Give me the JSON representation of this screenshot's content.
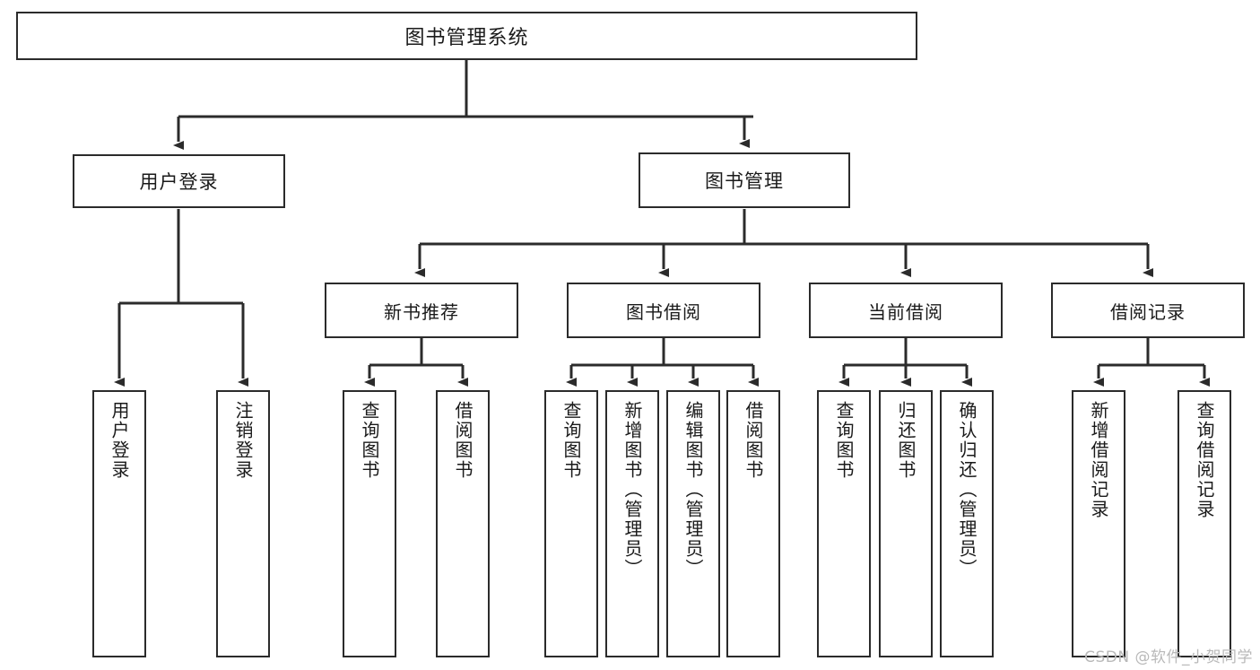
{
  "diagram": {
    "title": "图书管理系统",
    "root": {
      "label": "图书管理系统"
    },
    "level2": [
      {
        "label": "用户登录"
      },
      {
        "label": "图书管理"
      }
    ],
    "level3": [
      {
        "label": "新书推荐"
      },
      {
        "label": "图书借阅"
      },
      {
        "label": "当前借阅"
      },
      {
        "label": "借阅记录"
      }
    ],
    "leaves": [
      {
        "label": "用户登录"
      },
      {
        "label": "注销登录"
      },
      {
        "label": "查询图书"
      },
      {
        "label": "借阅图书"
      },
      {
        "label": "查询图书"
      },
      {
        "label": "新增图书（管理员）"
      },
      {
        "label": "编辑图书（管理员）"
      },
      {
        "label": "借阅图书"
      },
      {
        "label": "查询图书"
      },
      {
        "label": "归还图书"
      },
      {
        "label": "确认归还（管理员）"
      },
      {
        "label": "新增借阅记录"
      },
      {
        "label": "查询借阅记录"
      }
    ],
    "watermark": "CSDN @软件_小贺同学",
    "colors": {
      "border": "#2b2b2b",
      "background": "#ffffff",
      "text": "#1a1a1a",
      "watermark": "#b9b9b9"
    }
  }
}
